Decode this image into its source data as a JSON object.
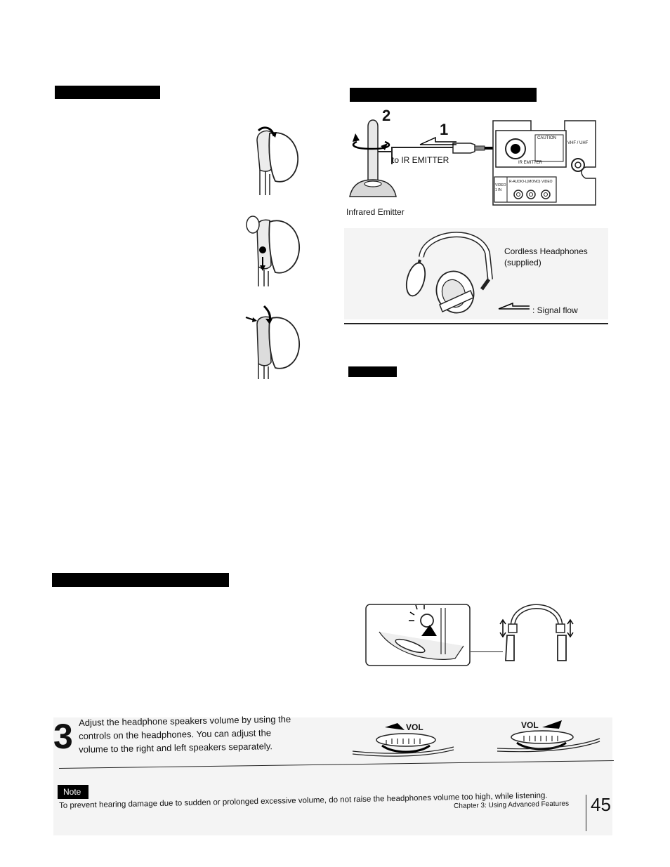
{
  "connection_diagram": {
    "step_2": "2",
    "step_1": "1",
    "to_ir_emitter": "to IR EMITTER",
    "infrared_emitter": "Infrared Emitter",
    "panel_caution": "CAUTION",
    "panel_ir_emitter": "IR EMITTER",
    "panel_vhf_uhf": "VHF / UHF",
    "panel_video1_in": "VIDEO 1 IN",
    "panel_audio": "R-AUDIO-L(MONO)",
    "panel_video": "VIDEO"
  },
  "headphones_figure": {
    "label_line1": "Cordless Headphones",
    "label_line2": "(supplied)",
    "signal_flow": ": Signal flow"
  },
  "step3": {
    "number": "3",
    "line1": "Adjust the headphone speakers volume by using the",
    "line2": "controls on the headphones. You can adjust the",
    "line3": "volume to the right and left speakers separately.",
    "vol_left": "VOL",
    "vol_right": "VOL"
  },
  "note": {
    "label": "Note",
    "text": "To prevent hearing damage due to sudden or prolonged excessive volume, do not raise the headphones volume too high, while listening."
  },
  "footer": {
    "chapter": "Chapter 3: Using Advanced Features",
    "page_number": "45"
  }
}
